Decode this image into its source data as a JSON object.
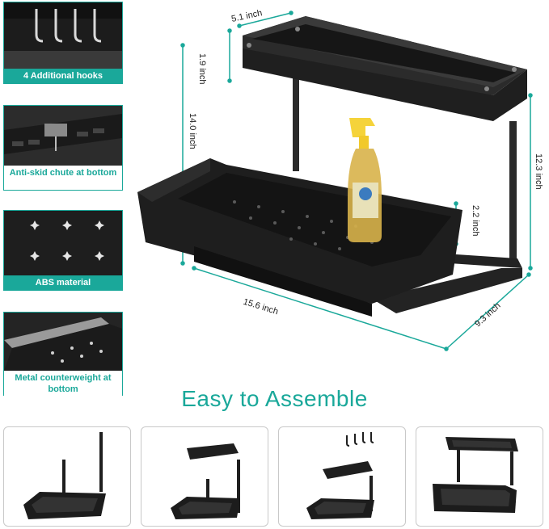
{
  "features": [
    {
      "caption": "4 Additional hooks",
      "icon": "hooks-icon"
    },
    {
      "caption": "Anti-skid chute at bottom",
      "icon": "chute-icon"
    },
    {
      "caption": "ABS material",
      "icon": "vent-pattern-icon"
    },
    {
      "caption": "Metal counterweight at bottom",
      "icon": "counterweight-icon"
    }
  ],
  "dimensions": {
    "top_width": "5.1 inch",
    "top_height": "1.9 inch",
    "total_height": "14.0 inch",
    "post_height": "12.3 inch",
    "drawer_lip": "2.2 inch",
    "length": "15.6 inch",
    "depth": "9.3 inch"
  },
  "headline": "Easy to Assemble",
  "steps": [
    {
      "name": "step-1"
    },
    {
      "name": "step-2"
    },
    {
      "name": "step-3"
    },
    {
      "name": "step-4"
    }
  ],
  "colors": {
    "accent": "#1aa89a",
    "product": "#1f1f1f",
    "dimension_line": "#1aa89a"
  }
}
